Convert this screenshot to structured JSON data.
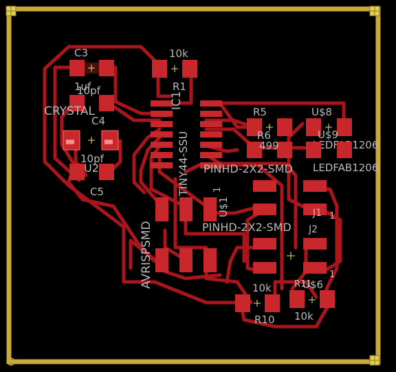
{
  "board": {
    "outline_color": "#c9a93c",
    "trace_color": "#a8161c",
    "pad_color": "#c8282c",
    "label_color": "#b9b9b9",
    "corner_marker_icon": "corner-anchor-icon",
    "origin_marker_icon": "origin-marker-icon"
  },
  "labels": {
    "c3": "C3",
    "c3_value": "1uf",
    "c4": "C4",
    "c4_value": "10pf",
    "c5": "C5",
    "c5_value": "10pf",
    "crystal": "CRYSTAL",
    "u2": "U2",
    "r1_value": "10k",
    "r1": "R1",
    "ic1": "IC1",
    "attiny": "TINY44-SSU",
    "r5": "R5",
    "r6": "R6",
    "r6_value": "499",
    "u8": "U$8",
    "u9": "U$9",
    "led_fab_1": "LEDFAB1206",
    "led_fab_2": "LEDFAB1206",
    "pinhd_1": "PINHD-2X2-SMD",
    "pinhd_2": "PINHD-2X2-SMD",
    "j1": "J1",
    "j2": "J2",
    "u1": "U$1",
    "avrisp": "AVRISPSMD",
    "r10_value": "10k",
    "r10": "R10",
    "u6": "U$6",
    "r11": "R11",
    "r11_value": "10k",
    "pin_mark_1": "1",
    "pin_mark_2": "1",
    "pin_mark_3": "1"
  }
}
